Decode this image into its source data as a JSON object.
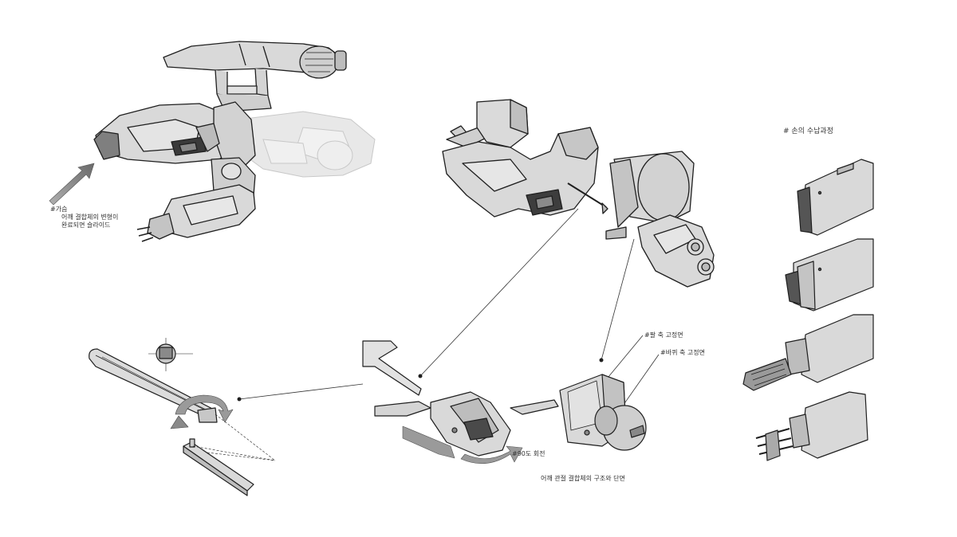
{
  "labels": {
    "chest_tag": "#가슴",
    "chest_line1": "어깨 결합체의 변형이",
    "chest_line2": "완료되면 슬라이드",
    "hand_title": "# 손의 수납과정",
    "arm_axis": "#팔 축 고정면",
    "wheel_axis": "#바퀴 축 고정면",
    "rotate": "#90도 회전",
    "caption": "어깨 관절 결합체의 구조와 단면"
  },
  "colors": {
    "fill": "#d9d9d9",
    "fill_light": "#ececec",
    "fill_dark": "#9a9a9a",
    "stroke": "#1f1f1f",
    "ghost": "#e6e6e6",
    "arrow": "#8a8a8a"
  }
}
